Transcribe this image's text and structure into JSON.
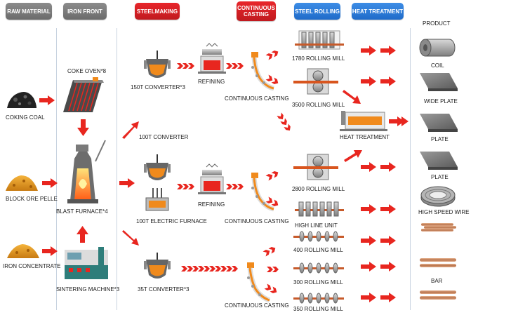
{
  "headers": {
    "raw_material": "RAW MATERIAL",
    "iron_front": "IRON FRONT",
    "steelmaking": "STEELMAKING",
    "continuous_casting": "CONTINUOUS CASTING",
    "steel_rolling": "STEEL ROLLING",
    "heat_treatment": "HEAT TREATMENT"
  },
  "raw_materials": {
    "coking_coal": "COKING COAL",
    "block_ore": "BLOCK ORE PELLE",
    "iron_concentrate": "IRON CONCENTRATE"
  },
  "iron_front": {
    "coke_oven": "COKE OVEN*8",
    "blast_furnace": "BLAST FURNACE*4",
    "sintering": "SINTERING MACHINE*3"
  },
  "steelmaking": {
    "converter_150": "150T CONVERTER*3",
    "refining_top": "REFINING",
    "converter_100": "100T CONVERTER",
    "refining_mid": "REFINING",
    "electric_furnace": "100T  ELECTRIC FURNACE",
    "converter_35": "35T CONVERTER*3"
  },
  "casting": {
    "top": "CONTINUOUS CASTING",
    "mid": "CONTINUOUS CASTING",
    "bottom": "CONTINUOUS CASTING"
  },
  "rolling": {
    "mill_1780": "1780 ROLLING MILL",
    "mill_3500": "3500 ROLLING MILL",
    "heat_treatment": "HEAT TREATMENT",
    "mill_2800": "2800 ROLLING MILL",
    "high_line": "HIGH LINE UNIT",
    "mill_400": "400 ROLLING MILL",
    "mill_300": "300 ROLLING MILL",
    "mill_350": "350 ROLLING MILL"
  },
  "products": {
    "title": "PRODUCT",
    "coil": "COIL",
    "wide_plate": "WIDE PLATE",
    "plate_1": "PLATE",
    "plate_2": "PLATE",
    "wire": "HIGH SPEED WIRE",
    "bar": "BAR"
  },
  "colors": {
    "arrow_red": "#e8261f",
    "header_gray": "#7a7a7a",
    "header_red": "#d41f24",
    "header_blue": "#2a78d6",
    "ladle_orange": "#f08a1c"
  },
  "icons": [
    "coal-pile-icon",
    "ore-pile-icon",
    "coke-oven-icon",
    "blast-furnace-icon",
    "sintering-machine-icon",
    "converter-icon",
    "refining-icon",
    "electric-furnace-icon",
    "caster-icon",
    "rolling-mill-icon",
    "heat-treatment-furnace-icon",
    "coil-icon",
    "plate-icon",
    "wire-coil-icon",
    "bar-icon"
  ]
}
